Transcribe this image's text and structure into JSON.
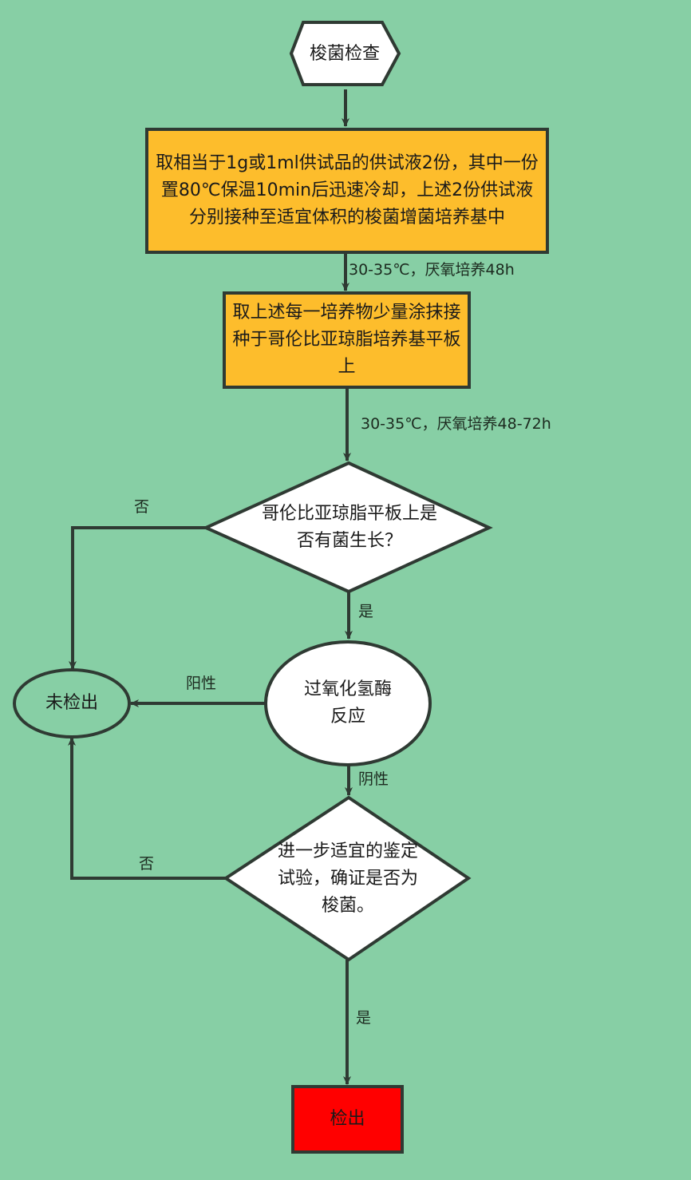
{
  "title": "梭菌检查流程图",
  "colors": {
    "background": "#87cfa5",
    "stroke": "#2f3a33",
    "process_fill": "#fdbd2c",
    "decision_fill": "#ffffff",
    "result_positive_fill": "#ff0000",
    "result_negative_fill": "#87cfa5"
  },
  "nodes": {
    "start": {
      "shape": "hexagon",
      "text": "梭菌检查"
    },
    "step1": {
      "shape": "rectangle",
      "text": "取相当于1g或1ml供试品的供试液2份，其中一份置80℃保温10min后迅速冷却，上述2份供试液分别接种至适宜体积的梭菌增菌培养基中"
    },
    "step2": {
      "shape": "rectangle",
      "text": "取上述每一培养物少量涂抹接种于哥伦比亚琼脂培养基平板上"
    },
    "decision1": {
      "shape": "diamond",
      "text": "哥伦比亚琼脂平板上是否有菌生长？"
    },
    "test": {
      "shape": "rounded-oval",
      "text": "过氧化氢酶反应"
    },
    "decision2": {
      "shape": "diamond",
      "text": "进一步适宜的鉴定试验，确证是否为梭菌。"
    },
    "not_detected": {
      "shape": "ellipse",
      "text": "未检出"
    },
    "detected": {
      "shape": "rectangle",
      "text": "检出"
    }
  },
  "edges": {
    "start_to_step1": {
      "label": ""
    },
    "step1_to_step2": {
      "label": "30-35℃，厌氧培养48h"
    },
    "step2_to_decision1": {
      "label": "30-35℃，厌氧培养48-72h"
    },
    "decision1_no": {
      "label": "否"
    },
    "decision1_yes": {
      "label": "是"
    },
    "test_positive": {
      "label": "阳性"
    },
    "test_negative": {
      "label": "阴性"
    },
    "decision2_no": {
      "label": "否"
    },
    "decision2_yes": {
      "label": "是"
    }
  }
}
